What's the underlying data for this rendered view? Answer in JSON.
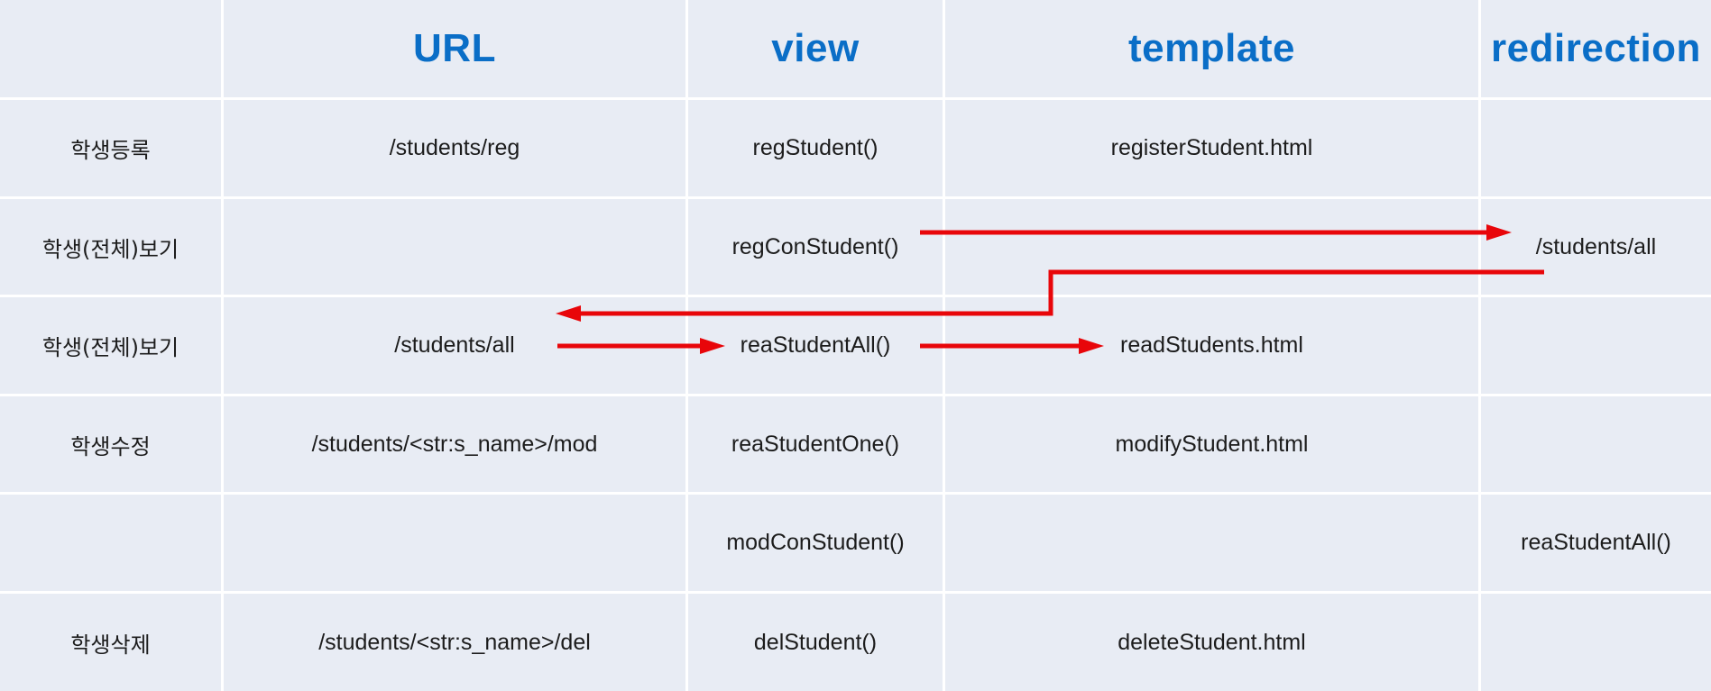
{
  "header": {
    "col0": "",
    "url": "URL",
    "view": "view",
    "template": "template",
    "redirection": "redirection"
  },
  "rows": [
    {
      "label": "학생등록",
      "url": "/students/reg",
      "view": "regStudent()",
      "template": "registerStudent.html",
      "redirection": ""
    },
    {
      "label": "학생(전체)보기",
      "url": "",
      "view": "regConStudent()",
      "template": "",
      "redirection": "/students/all"
    },
    {
      "label": "학생(전체)보기",
      "url": "/students/all",
      "view": "reaStudentAll()",
      "template": "readStudents.html",
      "redirection": ""
    },
    {
      "label": "학생수정",
      "url": "/students/<str:s_name>/mod",
      "view": "reaStudentOne()",
      "template": "modifyStudent.html",
      "redirection": ""
    },
    {
      "label": "",
      "url": "",
      "view": "modConStudent()",
      "template": "",
      "redirection": "reaStudentAll()"
    },
    {
      "label": "학생삭제",
      "url": "/students/<str:s_name>/del",
      "view": "delStudent()",
      "template": "deleteStudent.html",
      "redirection": ""
    }
  ],
  "colors": {
    "arrow": "#e8060a",
    "header_text": "#0a6ec7",
    "cell_bg": "#e8ecf4",
    "grid_line": "#ffffff"
  }
}
